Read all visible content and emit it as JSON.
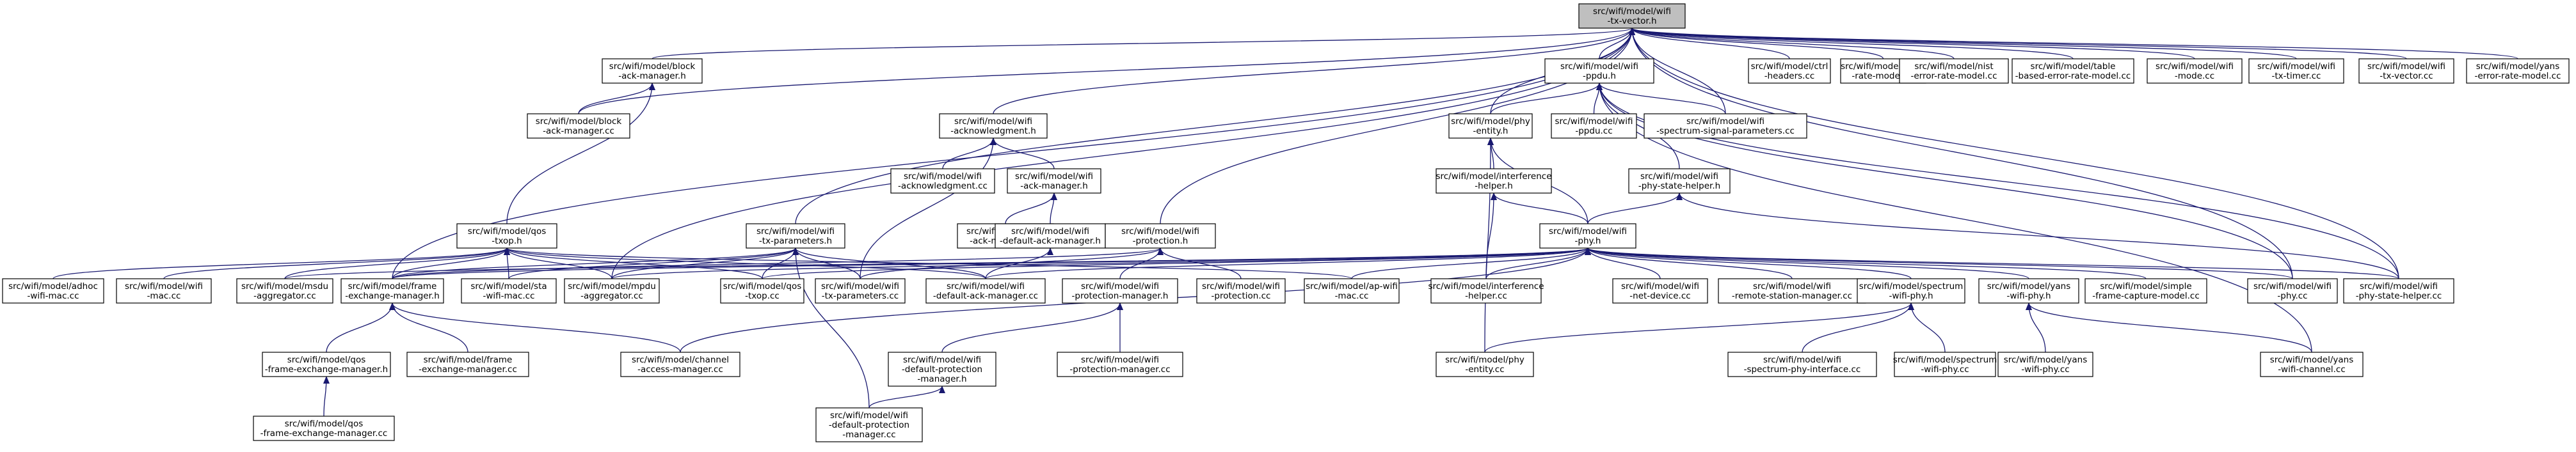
{
  "graph": {
    "root": "n0",
    "nodes": [
      {
        "id": "n0",
        "lines": [
          "src/wifi/model/wifi",
          "-tx-vector.h"
        ],
        "root": true
      },
      {
        "id": "n1",
        "lines": [
          "src/wifi/model/block",
          "-ack-manager.h"
        ]
      },
      {
        "id": "n2",
        "lines": [
          "src/wifi/model/block",
          "-ack-manager.cc"
        ]
      },
      {
        "id": "n3",
        "lines": [
          "src/wifi/model/wifi",
          "-ppdu.h"
        ]
      },
      {
        "id": "n4",
        "lines": [
          "src/wifi/model/ctrl",
          "-headers.cc"
        ]
      },
      {
        "id": "n5",
        "lines": [
          "src/wifi/model/amsr",
          "-rate-model.cc"
        ]
      },
      {
        "id": "n6",
        "lines": [
          "src/wifi/model/nist",
          "-error-rate-model.cc"
        ]
      },
      {
        "id": "n7",
        "lines": [
          "src/wifi/model/table",
          "-based-error-rate-model.cc"
        ]
      },
      {
        "id": "n8",
        "lines": [
          "src/wifi/model/wifi",
          "-mode.cc"
        ]
      },
      {
        "id": "n9",
        "lines": [
          "src/wifi/model/wifi",
          "-tx-timer.cc"
        ]
      },
      {
        "id": "n10",
        "lines": [
          "src/wifi/model/wifi",
          "-tx-vector.cc"
        ]
      },
      {
        "id": "n11",
        "lines": [
          "src/wifi/model/yans",
          "-error-rate-model.cc"
        ]
      },
      {
        "id": "n12",
        "lines": [
          "src/wifi/model/wifi",
          "-acknowledgment.h"
        ]
      },
      {
        "id": "n13",
        "lines": [
          "src/wifi/model/phy",
          "-entity.h"
        ]
      },
      {
        "id": "n14",
        "lines": [
          "src/wifi/model/wifi",
          "-ppdu.cc"
        ]
      },
      {
        "id": "n15",
        "lines": [
          "src/wifi/model/wifi",
          "-spectrum-signal-parameters.cc"
        ]
      },
      {
        "id": "n16",
        "lines": [
          "src/wifi/model/wifi",
          "-acknowledgment.cc"
        ]
      },
      {
        "id": "n17",
        "lines": [
          "src/wifi/model/wifi",
          "-ack-manager.h"
        ]
      },
      {
        "id": "n18",
        "lines": [
          "src/wifi/model/interference",
          "-helper.h"
        ]
      },
      {
        "id": "n19",
        "lines": [
          "src/wifi/model/wifi",
          "-phy-state-helper.h"
        ]
      },
      {
        "id": "n20",
        "lines": [
          "src/wifi/model/qos",
          "-txop.h"
        ]
      },
      {
        "id": "n21",
        "lines": [
          "src/wifi/model/wifi",
          "-tx-parameters.h"
        ]
      },
      {
        "id": "n22",
        "lines": [
          "src/wifi/model/wifi",
          "-ack-manager.cc"
        ]
      },
      {
        "id": "n23",
        "lines": [
          "src/wifi/model/wifi",
          "-default-ack-manager.h"
        ]
      },
      {
        "id": "n24",
        "lines": [
          "src/wifi/model/wifi",
          "-protection.h"
        ]
      },
      {
        "id": "n25",
        "lines": [
          "src/wifi/model/wifi",
          "-phy.h"
        ]
      },
      {
        "id": "n26",
        "lines": [
          "src/wifi/model/adhoc",
          "-wifi-mac.cc"
        ]
      },
      {
        "id": "n27",
        "lines": [
          "src/wifi/model/wifi",
          "-mac.cc"
        ]
      },
      {
        "id": "n28",
        "lines": [
          "src/wifi/model/msdu",
          "-aggregator.cc"
        ]
      },
      {
        "id": "n29",
        "lines": [
          "src/wifi/model/frame",
          "-exchange-manager.h"
        ]
      },
      {
        "id": "n30",
        "lines": [
          "src/wifi/model/sta",
          "-wifi-mac.cc"
        ]
      },
      {
        "id": "n31",
        "lines": [
          "src/wifi/model/mpdu",
          "-aggregator.cc"
        ]
      },
      {
        "id": "n32",
        "lines": [
          "src/wifi/model/qos",
          "-txop.cc"
        ]
      },
      {
        "id": "n33",
        "lines": [
          "src/wifi/model/wifi",
          "-tx-parameters.cc"
        ]
      },
      {
        "id": "n34",
        "lines": [
          "src/wifi/model/wifi",
          "-default-ack-manager.cc"
        ]
      },
      {
        "id": "n35",
        "lines": [
          "src/wifi/model/wifi",
          "-protection-manager.h"
        ]
      },
      {
        "id": "n36",
        "lines": [
          "src/wifi/model/wifi",
          "-protection.cc"
        ]
      },
      {
        "id": "n37",
        "lines": [
          "src/wifi/model/ap-wifi",
          "-mac.cc"
        ]
      },
      {
        "id": "n38",
        "lines": [
          "src/wifi/model/interference",
          "-helper.cc"
        ]
      },
      {
        "id": "n39",
        "lines": [
          "src/wifi/model/wifi",
          "-net-device.cc"
        ]
      },
      {
        "id": "n40",
        "lines": [
          "src/wifi/model/wifi",
          "-remote-station-manager.cc"
        ]
      },
      {
        "id": "n41",
        "lines": [
          "src/wifi/model/spectrum",
          "-wifi-phy.h"
        ]
      },
      {
        "id": "n42",
        "lines": [
          "src/wifi/model/yans",
          "-wifi-phy.h"
        ]
      },
      {
        "id": "n43",
        "lines": [
          "src/wifi/model/simple",
          "-frame-capture-model.cc"
        ]
      },
      {
        "id": "n44",
        "lines": [
          "src/wifi/model/wifi",
          "-phy.cc"
        ]
      },
      {
        "id": "n45",
        "lines": [
          "src/wifi/model/wifi",
          "-phy-state-helper.cc"
        ]
      },
      {
        "id": "n46",
        "lines": [
          "src/wifi/model/qos",
          "-frame-exchange-manager.h"
        ]
      },
      {
        "id": "n47",
        "lines": [
          "src/wifi/model/frame",
          "-exchange-manager.cc"
        ]
      },
      {
        "id": "n48",
        "lines": [
          "src/wifi/model/channel",
          "-access-manager.cc"
        ]
      },
      {
        "id": "n49",
        "lines": [
          "src/wifi/model/wifi",
          "-default-protection",
          "-manager.h"
        ]
      },
      {
        "id": "n50",
        "lines": [
          "src/wifi/model/wifi",
          "-protection-manager.cc"
        ]
      },
      {
        "id": "n51",
        "lines": [
          "src/wifi/model/phy",
          "-entity.cc"
        ]
      },
      {
        "id": "n52",
        "lines": [
          "src/wifi/model/wifi",
          "-spectrum-phy-interface.cc"
        ]
      },
      {
        "id": "n53",
        "lines": [
          "src/wifi/model/spectrum",
          "-wifi-phy.cc"
        ]
      },
      {
        "id": "n54",
        "lines": [
          "src/wifi/model/yans",
          "-wifi-phy.cc"
        ]
      },
      {
        "id": "n55",
        "lines": [
          "src/wifi/model/yans",
          "-wifi-channel.cc"
        ]
      },
      {
        "id": "n56",
        "lines": [
          "src/wifi/model/qos",
          "-frame-exchange-manager.cc"
        ]
      },
      {
        "id": "n57",
        "lines": [
          "src/wifi/model/wifi",
          "-default-protection",
          "-manager.cc"
        ]
      }
    ],
    "edges": [
      [
        "n0",
        "n1"
      ],
      [
        "n0",
        "n2"
      ],
      [
        "n0",
        "n3"
      ],
      [
        "n0",
        "n4"
      ],
      [
        "n0",
        "n5"
      ],
      [
        "n0",
        "n6"
      ],
      [
        "n0",
        "n7"
      ],
      [
        "n0",
        "n8"
      ],
      [
        "n0",
        "n9"
      ],
      [
        "n0",
        "n10"
      ],
      [
        "n0",
        "n11"
      ],
      [
        "n0",
        "n12"
      ],
      [
        "n0",
        "n13"
      ],
      [
        "n0",
        "n21"
      ],
      [
        "n0",
        "n24"
      ],
      [
        "n0",
        "n29"
      ],
      [
        "n0",
        "n31"
      ],
      [
        "n0",
        "n15"
      ],
      [
        "n0",
        "n44"
      ],
      [
        "n0",
        "n45"
      ],
      [
        "n1",
        "n2"
      ],
      [
        "n1",
        "n20"
      ],
      [
        "n3",
        "n13"
      ],
      [
        "n3",
        "n14"
      ],
      [
        "n3",
        "n15"
      ],
      [
        "n3",
        "n19"
      ],
      [
        "n3",
        "n44"
      ],
      [
        "n3",
        "n45"
      ],
      [
        "n3",
        "n55"
      ],
      [
        "n12",
        "n16"
      ],
      [
        "n12",
        "n17"
      ],
      [
        "n12",
        "n33"
      ],
      [
        "n13",
        "n18"
      ],
      [
        "n13",
        "n25"
      ],
      [
        "n13",
        "n51"
      ],
      [
        "n17",
        "n22"
      ],
      [
        "n17",
        "n23"
      ],
      [
        "n18",
        "n25"
      ],
      [
        "n18",
        "n38"
      ],
      [
        "n19",
        "n25"
      ],
      [
        "n19",
        "n45"
      ],
      [
        "n20",
        "n26"
      ],
      [
        "n20",
        "n27"
      ],
      [
        "n20",
        "n28"
      ],
      [
        "n20",
        "n29"
      ],
      [
        "n20",
        "n30"
      ],
      [
        "n20",
        "n31"
      ],
      [
        "n20",
        "n32"
      ],
      [
        "n20",
        "n34"
      ],
      [
        "n20",
        "n37"
      ],
      [
        "n21",
        "n29"
      ],
      [
        "n21",
        "n30"
      ],
      [
        "n21",
        "n31"
      ],
      [
        "n21",
        "n32"
      ],
      [
        "n21",
        "n33"
      ],
      [
        "n21",
        "n34"
      ],
      [
        "n21",
        "n57"
      ],
      [
        "n23",
        "n34"
      ],
      [
        "n24",
        "n29"
      ],
      [
        "n24",
        "n33"
      ],
      [
        "n24",
        "n35"
      ],
      [
        "n24",
        "n36"
      ],
      [
        "n25",
        "n28"
      ],
      [
        "n25",
        "n29"
      ],
      [
        "n25",
        "n31"
      ],
      [
        "n25",
        "n32"
      ],
      [
        "n25",
        "n34"
      ],
      [
        "n25",
        "n37"
      ],
      [
        "n25",
        "n38"
      ],
      [
        "n25",
        "n39"
      ],
      [
        "n25",
        "n40"
      ],
      [
        "n25",
        "n41"
      ],
      [
        "n25",
        "n42"
      ],
      [
        "n25",
        "n43"
      ],
      [
        "n25",
        "n44"
      ],
      [
        "n25",
        "n45"
      ],
      [
        "n25",
        "n48"
      ],
      [
        "n29",
        "n46"
      ],
      [
        "n29",
        "n47"
      ],
      [
        "n29",
        "n48"
      ],
      [
        "n35",
        "n49"
      ],
      [
        "n35",
        "n50"
      ],
      [
        "n41",
        "n51"
      ],
      [
        "n41",
        "n52"
      ],
      [
        "n41",
        "n53"
      ],
      [
        "n42",
        "n54"
      ],
      [
        "n42",
        "n55"
      ],
      [
        "n46",
        "n56"
      ],
      [
        "n49",
        "n57"
      ]
    ]
  }
}
